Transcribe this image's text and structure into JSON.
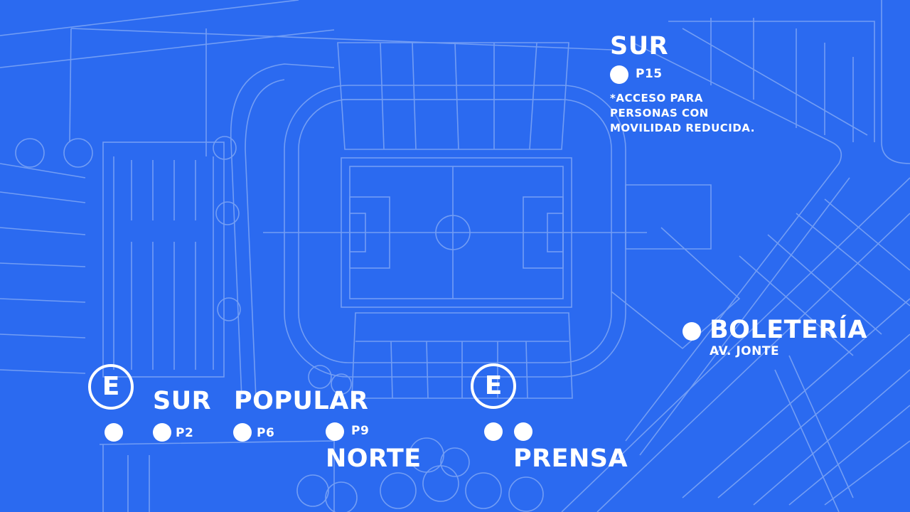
{
  "colors": {
    "background": "#2b6af0",
    "lines": "#7fa6f5",
    "foreground": "#ffffff"
  },
  "labels": {
    "sur_top": "SUR",
    "p15": "P15",
    "accessibility_note": "*ACCESO PARA\nPERSONAS CON\nMOVILIDAD REDUCIDA.",
    "boleteria": "BOLETERÍA",
    "av_jonte": "AV. JONTE",
    "sur_bottom": "SUR",
    "popular": "POPULAR",
    "norte": "NORTE",
    "prensa": "PRENSA",
    "p2": "P2",
    "p6": "P6",
    "p9": "P9",
    "parking_left": "E",
    "parking_right": "E"
  },
  "icons": {
    "parking": "parking-e-icon",
    "gate_marker": "white-dot-icon"
  }
}
